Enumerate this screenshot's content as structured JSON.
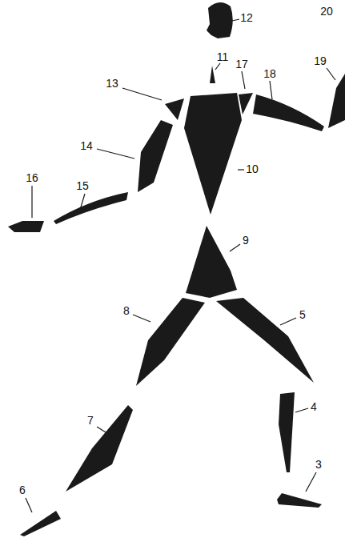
{
  "diagram": {
    "labels": [
      "12",
      "20",
      "11",
      "17",
      "19",
      "18",
      "13",
      "14",
      "10",
      "16",
      "15",
      "9",
      "8",
      "5",
      "7",
      "4",
      "3",
      "6"
    ]
  }
}
